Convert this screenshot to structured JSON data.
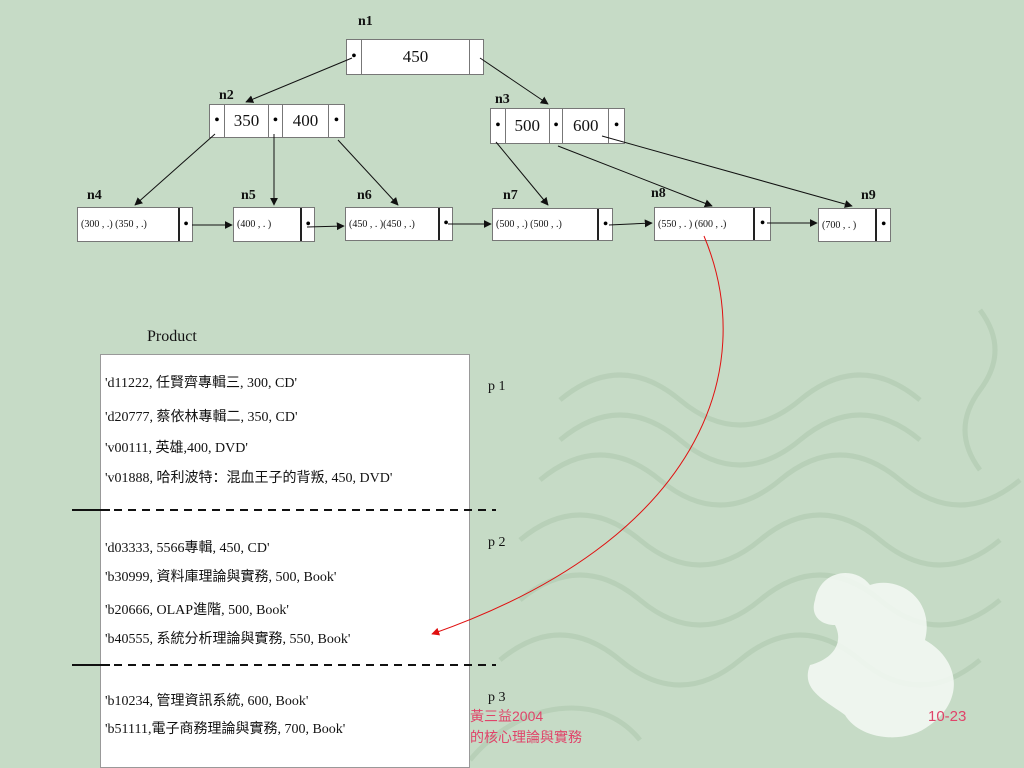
{
  "tree": {
    "n1": {
      "label": "n1",
      "keys": [
        "450"
      ]
    },
    "n2": {
      "label": "n2",
      "keys": [
        "350",
        "400"
      ]
    },
    "n3": {
      "label": "n3",
      "keys": [
        "500",
        "600"
      ]
    },
    "n4": {
      "label": "n4",
      "text": "(300 , .) (350 , .)"
    },
    "n5": {
      "label": "n5",
      "text": "(400 ,  . )"
    },
    "n6": {
      "label": "n6",
      "text": "(450 , . )(450 , .)"
    },
    "n7": {
      "label": "n7",
      "text": "(500 , .) (500 , .)"
    },
    "n8": {
      "label": "n8",
      "text": "(550 ,  . ) (600 , .)"
    },
    "n9": {
      "label": "n9",
      "text": "(700 , . )"
    }
  },
  "table": {
    "title": "Product",
    "records": [
      "'d11222, 任賢齊專輯三, 300, CD'",
      "'d20777, 蔡依林專輯二, 350, CD'",
      "'v00111, 英雄,400, DVD'",
      "'v01888, 哈利波特：混血王子的背叛, 450, DVD'",
      "'d03333, 5566專輯, 450, CD'",
      "'b30999, 資料庫理論與實務, 500, Book'",
      "'b20666, OLAP進階, 500, Book'",
      "'b40555, 系統分析理論與實務, 550, Book'",
      "'b10234, 管理資訊系統, 600, Book'",
      "'b51111,電子商務理論與實務, 700, Book'"
    ],
    "pages": [
      "p 1",
      "p 2",
      "p 3"
    ]
  },
  "footer": {
    "author": "黃三益2004",
    "title": "的核心理論與實務",
    "page_number": "10-23"
  }
}
